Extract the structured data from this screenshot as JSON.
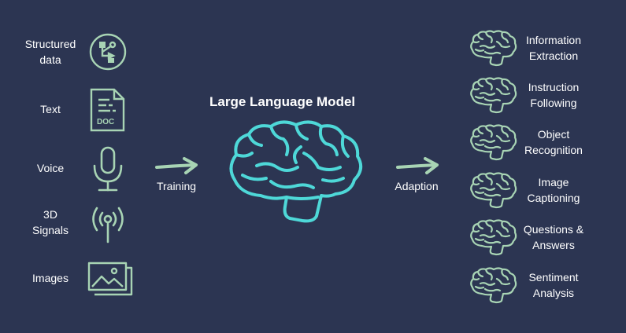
{
  "center": {
    "title": "Large Language Model",
    "brain_color": "#4ed8d8"
  },
  "colors": {
    "background": "#2c3552",
    "icon": "#a8d4b4",
    "text": "#ffffff"
  },
  "inputs": [
    {
      "lines": [
        "Structured",
        "data"
      ],
      "icon": "structured-data-icon"
    },
    {
      "lines": [
        "Text"
      ],
      "icon": "doc-icon"
    },
    {
      "lines": [
        "Voice"
      ],
      "icon": "microphone-icon"
    },
    {
      "lines": [
        "3D",
        "Signals"
      ],
      "icon": "signal-antenna-icon"
    },
    {
      "lines": [
        "Images"
      ],
      "icon": "image-gallery-icon"
    }
  ],
  "doc_icon_text": "DOC",
  "arrows": {
    "training_label": "Training",
    "adaption_label": "Adaption"
  },
  "outputs": [
    {
      "lines": [
        "Information",
        "Extraction"
      ],
      "icon": "brain-icon"
    },
    {
      "lines": [
        "Instruction",
        "Following"
      ],
      "icon": "brain-icon"
    },
    {
      "lines": [
        "Object",
        "Recognition"
      ],
      "icon": "brain-icon"
    },
    {
      "lines": [
        "Image",
        "Captioning"
      ],
      "icon": "brain-icon"
    },
    {
      "lines": [
        "Questions &",
        "Answers"
      ],
      "icon": "brain-icon"
    },
    {
      "lines": [
        "Sentiment",
        "Analysis"
      ],
      "icon": "brain-icon"
    }
  ]
}
